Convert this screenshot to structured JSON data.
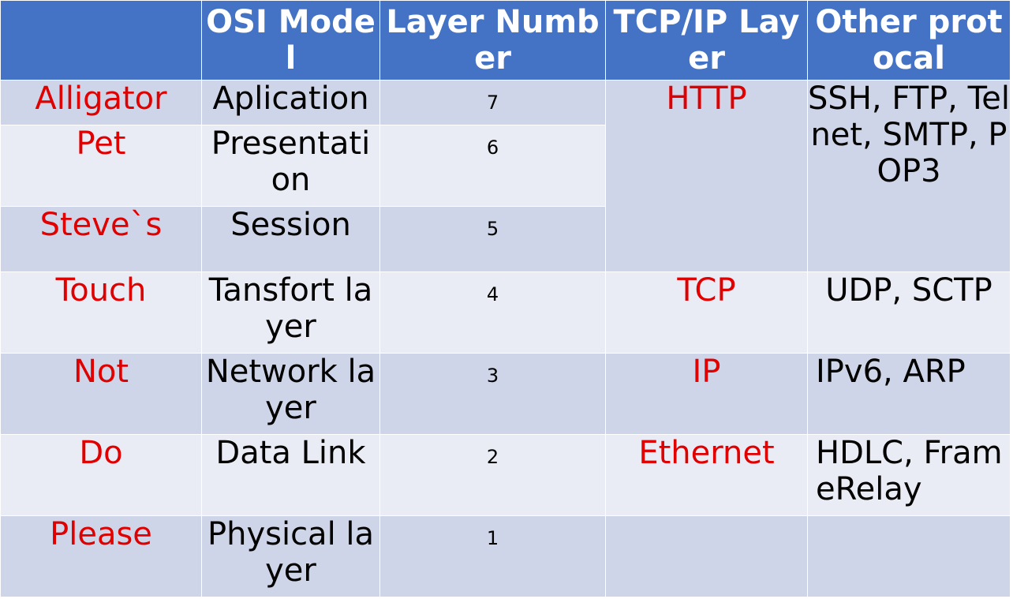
{
  "headers": {
    "mnemonic": "",
    "osi_model": "OSI Model",
    "layer_number": "Layer Number",
    "tcpip_layer": "TCP/IP Layer",
    "other_protocol": "Other protocal"
  },
  "rows": [
    {
      "mnemonic": "Alligator",
      "osi": "Aplication",
      "number": "7"
    },
    {
      "mnemonic": "Pet",
      "osi": "Presentation",
      "number": "6"
    },
    {
      "mnemonic": "Steve`s",
      "osi": "Session",
      "number": "5"
    },
    {
      "mnemonic": "Touch",
      "osi": "Tansfort layer",
      "number": "4",
      "tcpip": "TCP",
      "other": "UDP, SCTP"
    },
    {
      "mnemonic": "Not",
      "osi": "Network layer",
      "number": "3",
      "tcpip": "IP",
      "other": "IPv6, ARP"
    },
    {
      "mnemonic": "Do",
      "osi": "Data Link",
      "number": "2",
      "tcpip": "Ethernet",
      "other": "HDLC, FrameRelay"
    },
    {
      "mnemonic": "Please",
      "osi": "Physical layer",
      "number": "1",
      "tcpip": "",
      "other": ""
    }
  ],
  "merged": {
    "tcpip_application": "HTTP",
    "other_application": "SSH, FTP, Telnet, SMTP, POP3"
  },
  "colors": {
    "header_bg": "#4472c4",
    "row_dark": "#cfd5e8",
    "row_light": "#e9ebf5",
    "mnemonic_text": "#e00000"
  }
}
